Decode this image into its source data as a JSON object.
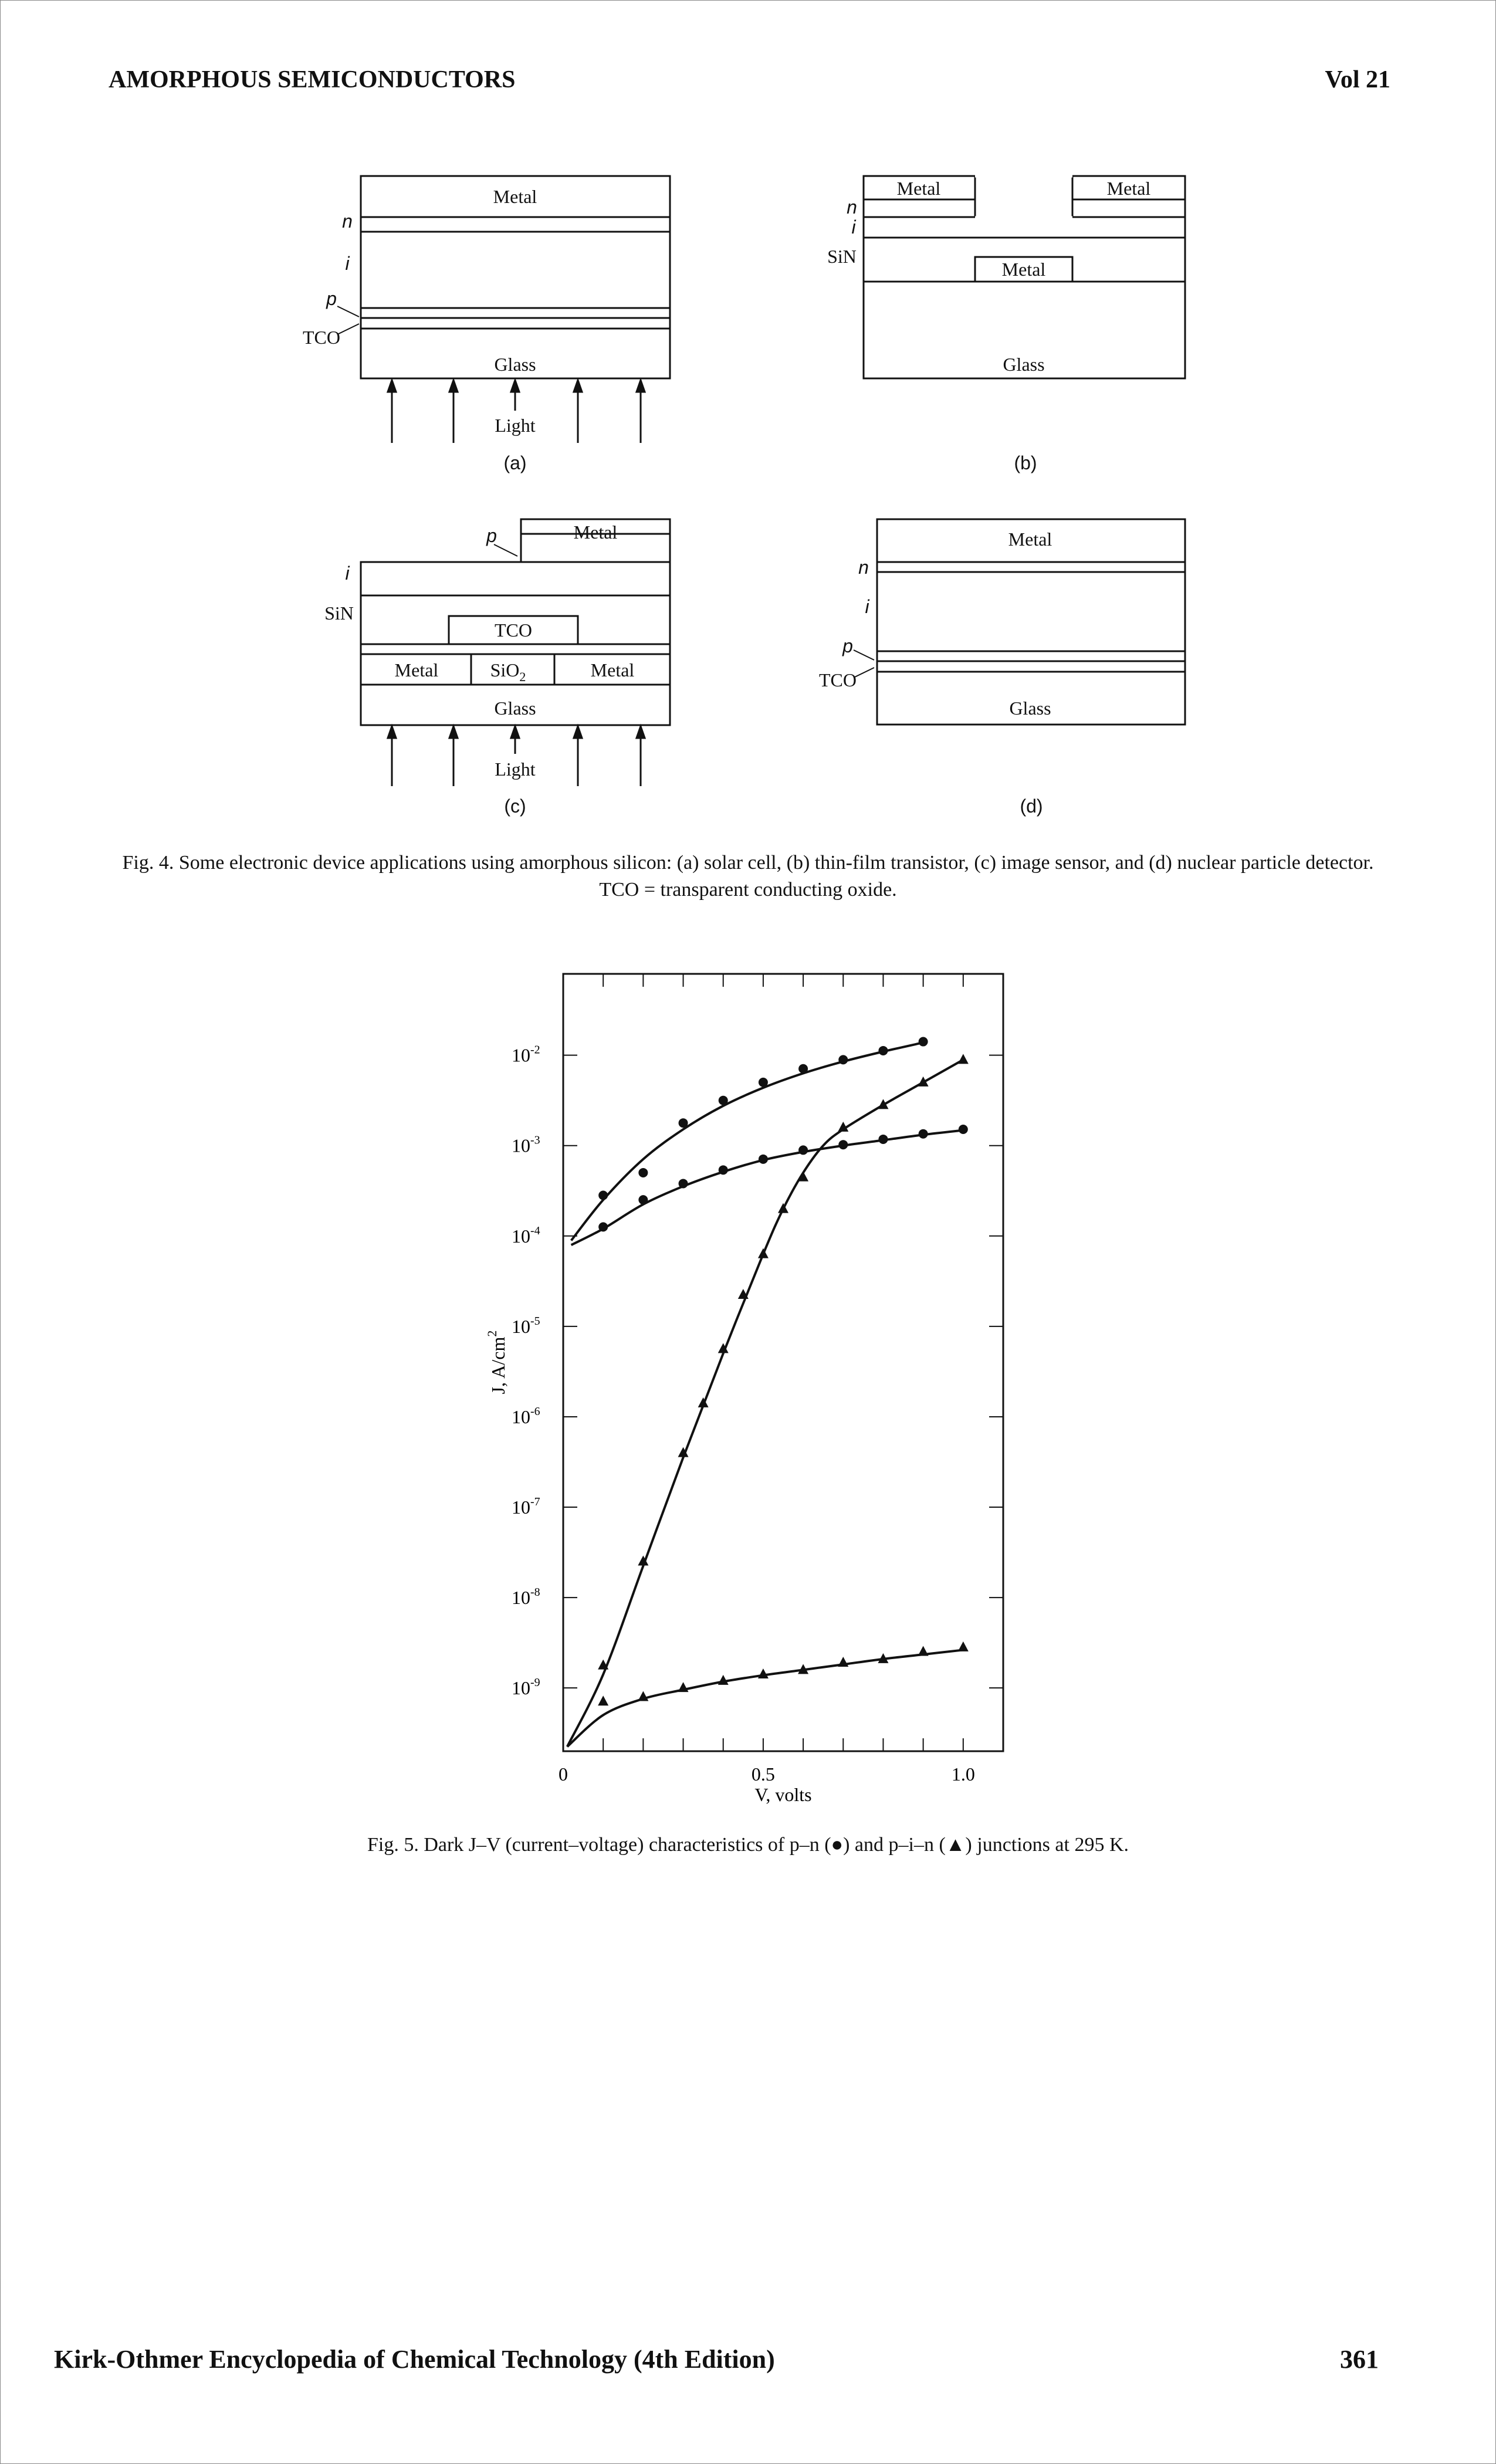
{
  "header": {
    "left": "AMORPHOUS SEMICONDUCTORS",
    "right": "Vol 21"
  },
  "footer": {
    "left": "Kirk-Othmer Encyclopedia of Chemical Technology (4th Edition)",
    "right": "361"
  },
  "fig4": {
    "labels": {
      "metal": "Metal",
      "glass": "Glass",
      "light": "Light",
      "tco": "TCO",
      "sin": "SiN",
      "sio2": "SiO",
      "sio2_sub": "2",
      "n": "n",
      "i": "i",
      "p": "p"
    },
    "panel_a": "(a)",
    "panel_b": "(b)",
    "panel_c": "(c)",
    "panel_d": "(d)",
    "caption_line1": "Fig. 4. Some electronic device applications using amorphous silicon: (a) solar cell, (b) thin-film transistor, (c) image sensor, and (d) nuclear particle detector.",
    "caption_line2": "TCO = transparent conducting oxide."
  },
  "fig5": {
    "caption": "Fig. 5. Dark J–V (current–voltage) characteristics of p–n (●) and p–i–n (▲) junctions at 295 K."
  },
  "chart_data": {
    "type": "scatter",
    "xlabel": "V, volts",
    "ylabel": "J, A/cm",
    "ylabel_sup": "2",
    "xlim": [
      0,
      1.1
    ],
    "ylim_log10": [
      -9.7,
      -1.1
    ],
    "y_scale": "log",
    "x_ticks": [
      {
        "value": 0,
        "label": "0"
      },
      {
        "value": 0.5,
        "label": "0.5"
      },
      {
        "value": 1.0,
        "label": "1.0"
      }
    ],
    "y_ticks": [
      {
        "exp": -2,
        "label": "10",
        "sup": "-2"
      },
      {
        "exp": -3,
        "label": "10",
        "sup": "-3"
      },
      {
        "exp": -4,
        "label": "10",
        "sup": "-4"
      },
      {
        "exp": -5,
        "label": "10",
        "sup": "-5"
      },
      {
        "exp": -6,
        "label": "10",
        "sup": "-6"
      },
      {
        "exp": -7,
        "label": "10",
        "sup": "-7"
      },
      {
        "exp": -8,
        "label": "10",
        "sup": "-8"
      },
      {
        "exp": -9,
        "label": "10",
        "sup": "-9"
      }
    ],
    "series": [
      {
        "marker": "circle",
        "x": [
          0.1,
          0.2,
          0.3,
          0.4,
          0.5,
          0.6,
          0.7,
          0.8,
          0.9
        ],
        "log10_y": [
          -3.55,
          -3.3,
          -2.75,
          -2.5,
          -2.3,
          -2.15,
          -2.05,
          -1.95,
          -1.85
        ],
        "curve_x": [
          0.02,
          0.1,
          0.2,
          0.3,
          0.4,
          0.5,
          0.6,
          0.7,
          0.8,
          0.9
        ],
        "curve_log10_y": [
          -4.05,
          -3.6,
          -3.15,
          -2.82,
          -2.56,
          -2.36,
          -2.2,
          -2.07,
          -1.96,
          -1.86
        ]
      },
      {
        "marker": "circle",
        "x": [
          0.1,
          0.2,
          0.3,
          0.4,
          0.5,
          0.6,
          0.7,
          0.8,
          0.9,
          1.0
        ],
        "log10_y": [
          -3.9,
          -3.6,
          -3.42,
          -3.27,
          -3.15,
          -3.05,
          -2.99,
          -2.93,
          -2.87,
          -2.82
        ],
        "curve_x": [
          0.02,
          0.1,
          0.2,
          0.3,
          0.4,
          0.5,
          0.6,
          0.7,
          0.8,
          0.9,
          1.0
        ],
        "curve_log10_y": [
          -4.1,
          -3.92,
          -3.65,
          -3.45,
          -3.29,
          -3.16,
          -3.07,
          -3.0,
          -2.94,
          -2.88,
          -2.83
        ]
      },
      {
        "marker": "triangle",
        "x": [
          0.1,
          0.2,
          0.3,
          0.35,
          0.4,
          0.45,
          0.5,
          0.55,
          0.6,
          0.7,
          0.8,
          0.9,
          1.0
        ],
        "log10_y": [
          -8.75,
          -7.6,
          -6.4,
          -5.85,
          -5.25,
          -4.65,
          -4.2,
          -3.7,
          -3.35,
          -2.8,
          -2.55,
          -2.3,
          -2.05
        ],
        "curve_x": [
          0.01,
          0.1,
          0.2,
          0.3,
          0.4,
          0.5,
          0.55,
          0.6,
          0.65,
          0.7,
          0.8,
          0.9,
          1.0
        ],
        "curve_log10_y": [
          -9.65,
          -8.85,
          -7.65,
          -6.45,
          -5.3,
          -4.2,
          -3.7,
          -3.3,
          -3.0,
          -2.82,
          -2.55,
          -2.3,
          -2.05
        ]
      },
      {
        "marker": "triangle",
        "x": [
          0.1,
          0.2,
          0.3,
          0.4,
          0.5,
          0.6,
          0.7,
          0.8,
          0.9,
          1.0
        ],
        "log10_y": [
          -9.15,
          -9.1,
          -9.0,
          -8.92,
          -8.85,
          -8.8,
          -8.72,
          -8.68,
          -8.6,
          -8.55
        ],
        "curve_x": [
          0.01,
          0.1,
          0.2,
          0.3,
          0.4,
          0.5,
          0.6,
          0.7,
          0.8,
          0.9,
          1.0
        ],
        "curve_log10_y": [
          -9.65,
          -9.3,
          -9.12,
          -9.02,
          -8.93,
          -8.86,
          -8.8,
          -8.74,
          -8.68,
          -8.63,
          -8.58
        ]
      }
    ]
  }
}
